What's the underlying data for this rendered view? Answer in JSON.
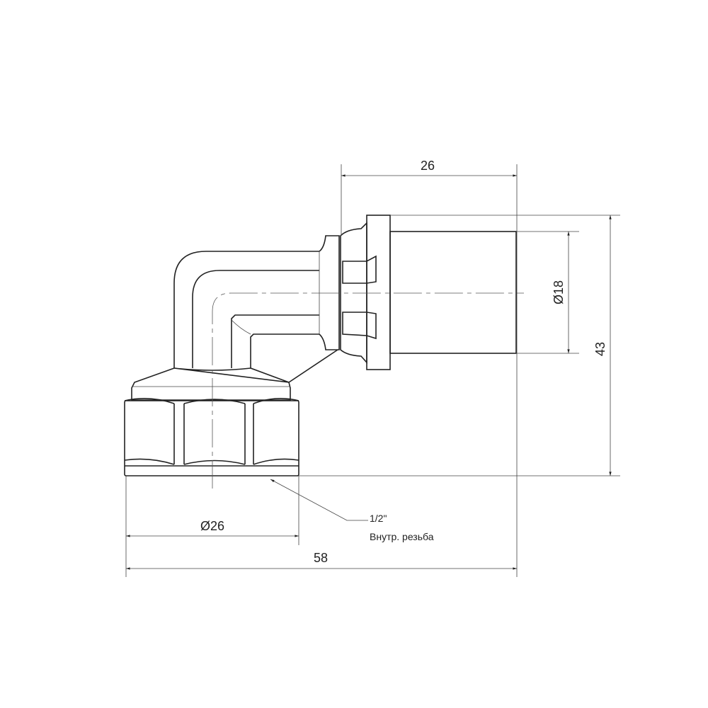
{
  "dimensions": {
    "top_length": "26",
    "pipe_diameter": "Ø18",
    "total_height": "43",
    "nut_diameter": "Ø26",
    "total_length": "58"
  },
  "callout": {
    "thread_size": "1/2\"",
    "thread_type": "Внутр. резьба"
  }
}
